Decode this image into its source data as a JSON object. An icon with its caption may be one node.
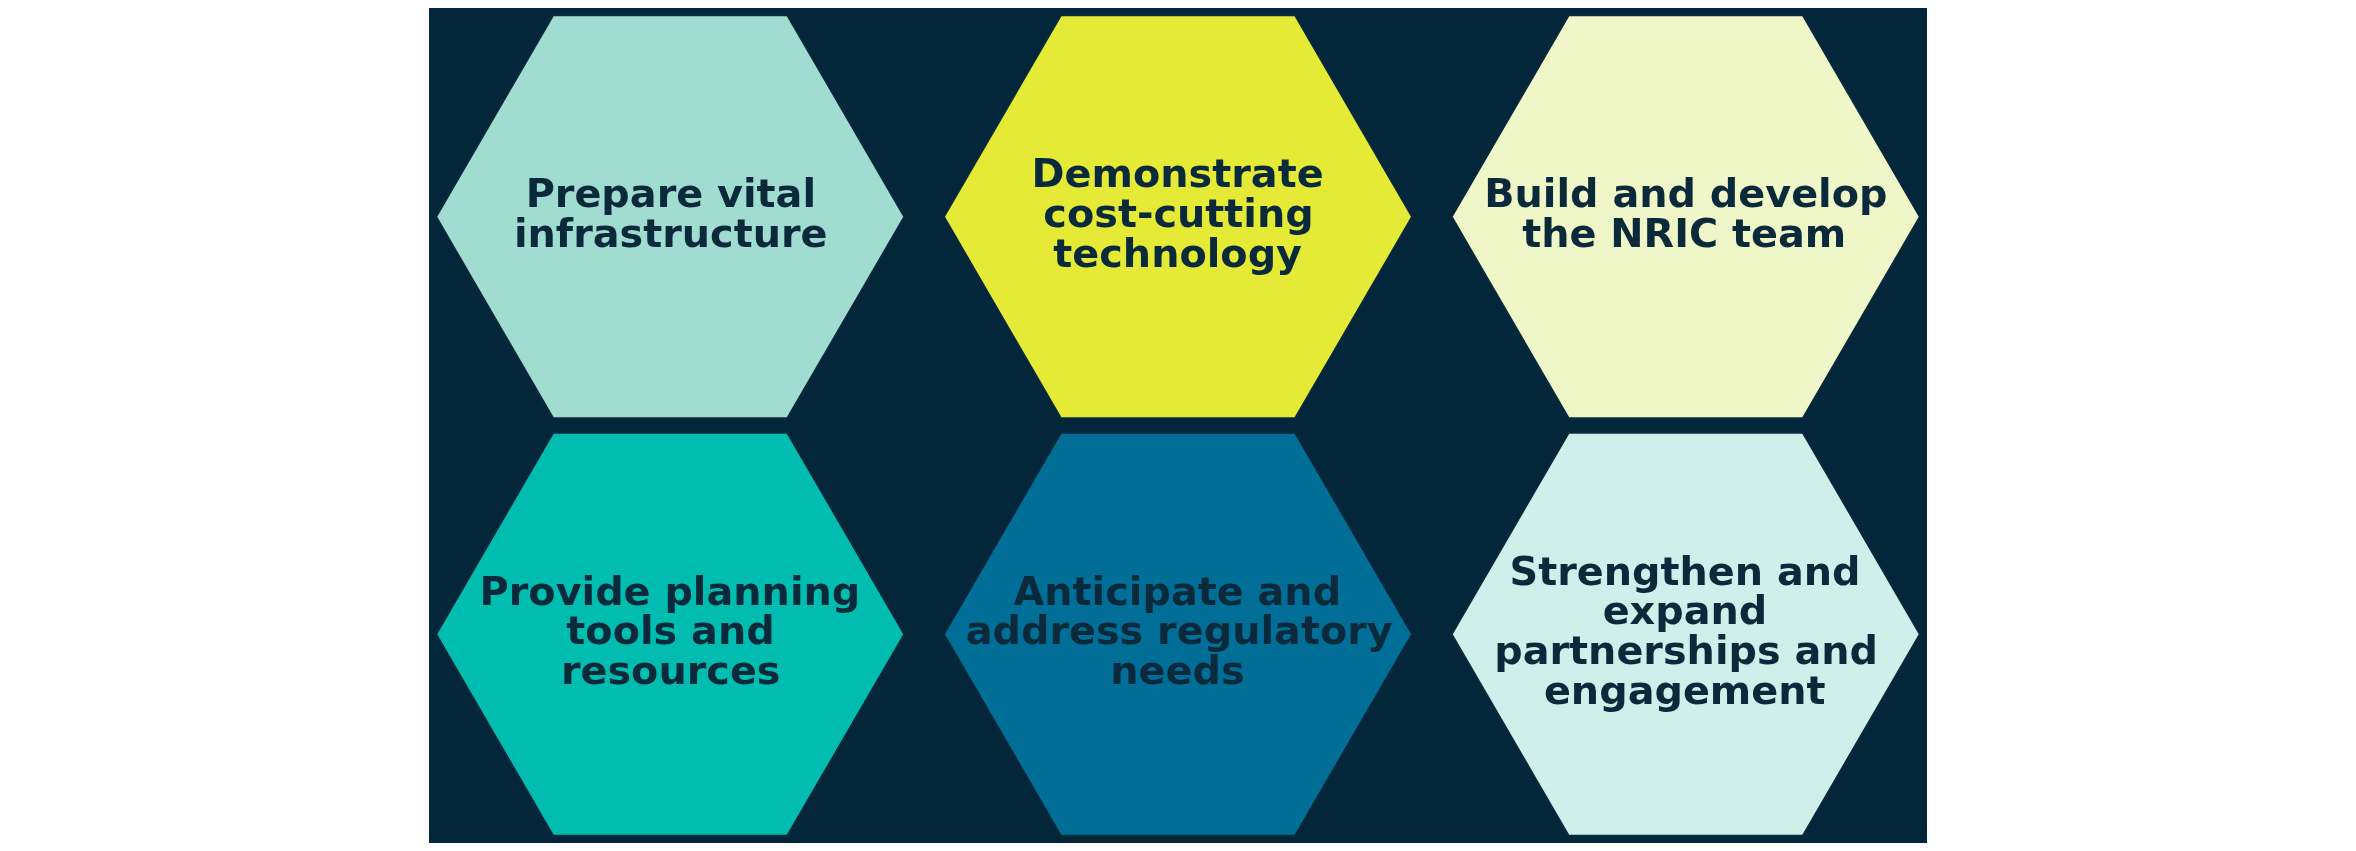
{
  "diagram": {
    "nodes": [
      {
        "text": [
          "Prepare vital infrastructure"
        ]
      },
      {
        "text": [
          "Provide planning tools and resources"
        ]
      },
      {
        "text": [
          "Demonstrate cost-cutting technology"
        ]
      },
      {
        "text": [
          "Anticipate and address regulatory needs"
        ]
      },
      {
        "text": [
          "Build and develop the NRIC team"
        ]
      },
      {
        "text": [
          "Strengthen and expand partnerships and engagement"
        ]
      }
    ]
  }
}
